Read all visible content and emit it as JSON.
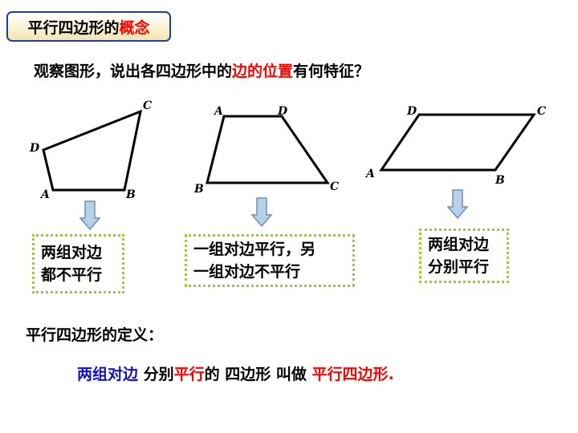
{
  "title": {
    "part1": "平行四边形的",
    "part2": "概念"
  },
  "question": {
    "part1": "观察图形，说出各四边形中的",
    "part2": "边的位置",
    "part3": "有何特征？"
  },
  "figures": [
    {
      "labels": {
        "A": "A",
        "B": "B",
        "C": "C",
        "D": "D"
      },
      "caption": [
        "两组对边",
        "都不平行"
      ]
    },
    {
      "labels": {
        "A": "A",
        "B": "B",
        "C": "C",
        "D": "D"
      },
      "caption": [
        "一组对边平行，另",
        "一组对边不平行"
      ]
    },
    {
      "labels": {
        "A": "A",
        "B": "B",
        "C": "C",
        "D": "D"
      },
      "caption": [
        "两组对边",
        "分别平行"
      ]
    }
  ],
  "definition": {
    "label": "平行四边形的定义：",
    "p1": "两组对边",
    "p2": " 分别",
    "p3": "平行",
    "p4": "的 四边形 叫做 ",
    "p5": "平行四边形."
  },
  "colors": {
    "accent_red": "#ff0000",
    "accent_blue": "#1010c0",
    "title_border": "#1f3fa0",
    "dotted_border": "#99cc33",
    "arrow_fill": "#b8d0e8"
  }
}
